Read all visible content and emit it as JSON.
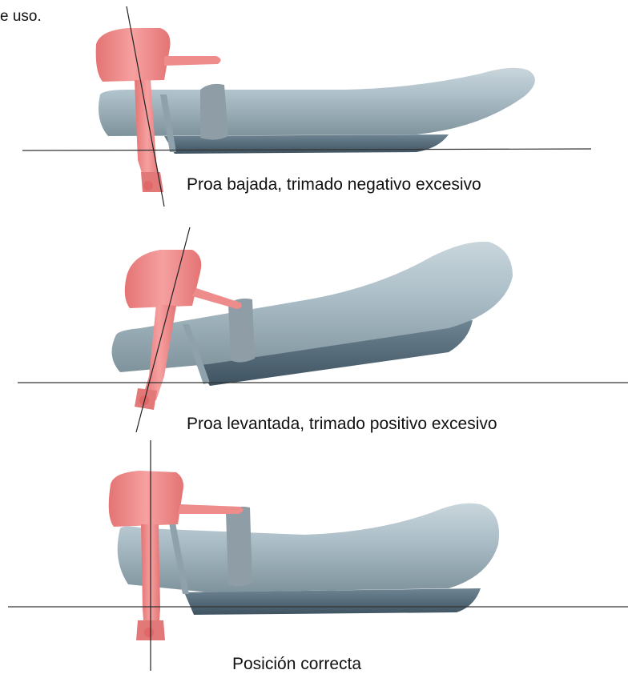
{
  "document": {
    "intro_fragment": "e uso.",
    "figures": [
      {
        "caption": "Proa bajada, trimado negativo excesivo"
      },
      {
        "caption": "Proa levantada, trimado positivo excesivo"
      },
      {
        "caption": "Posición correcta"
      }
    ]
  },
  "colors": {
    "tube": "#a9bcc6",
    "tube_shadow": "#7f939d",
    "hull": "#566b79",
    "motor": "#f08a8a",
    "motor_dark": "#d66a6a",
    "line": "#333333"
  }
}
